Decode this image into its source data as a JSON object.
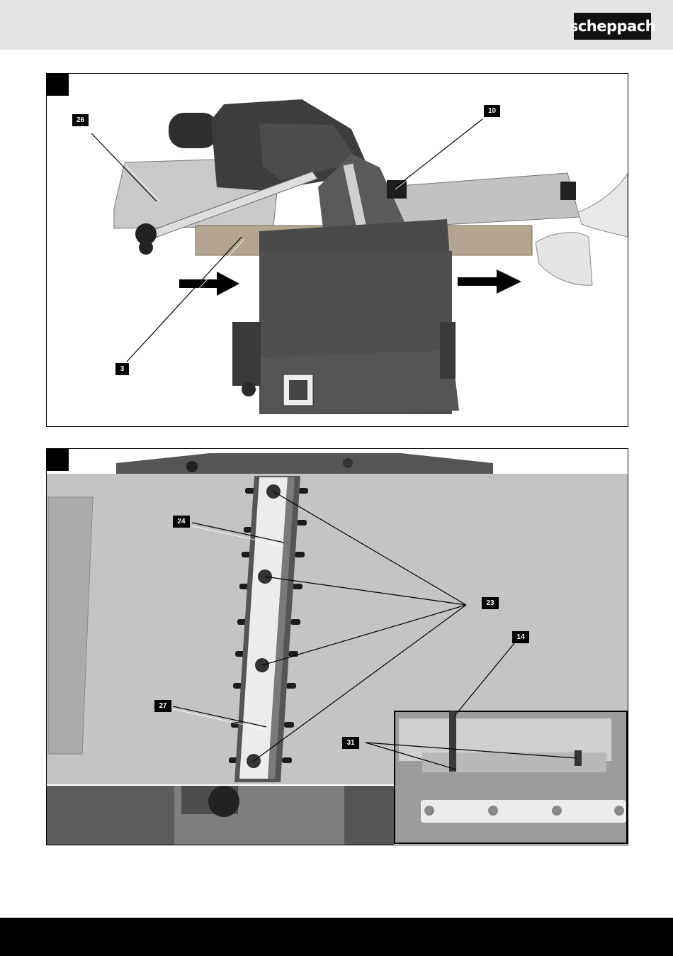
{
  "header": {
    "brand": "scheppach"
  },
  "figure_1": {
    "callouts": [
      {
        "id": "c26",
        "label": "26"
      },
      {
        "id": "c10",
        "label": "10"
      },
      {
        "id": "c3",
        "label": "3"
      }
    ]
  },
  "figure_2": {
    "callouts": [
      {
        "id": "c24",
        "label": "24"
      },
      {
        "id": "c23",
        "label": "23"
      },
      {
        "id": "c14",
        "label": "14"
      },
      {
        "id": "c27",
        "label": "27"
      },
      {
        "id": "c31",
        "label": "31"
      }
    ]
  },
  "colors": {
    "header_band": "#e3e3e3",
    "brand_box": "#111111",
    "footer_band": "#000000"
  }
}
